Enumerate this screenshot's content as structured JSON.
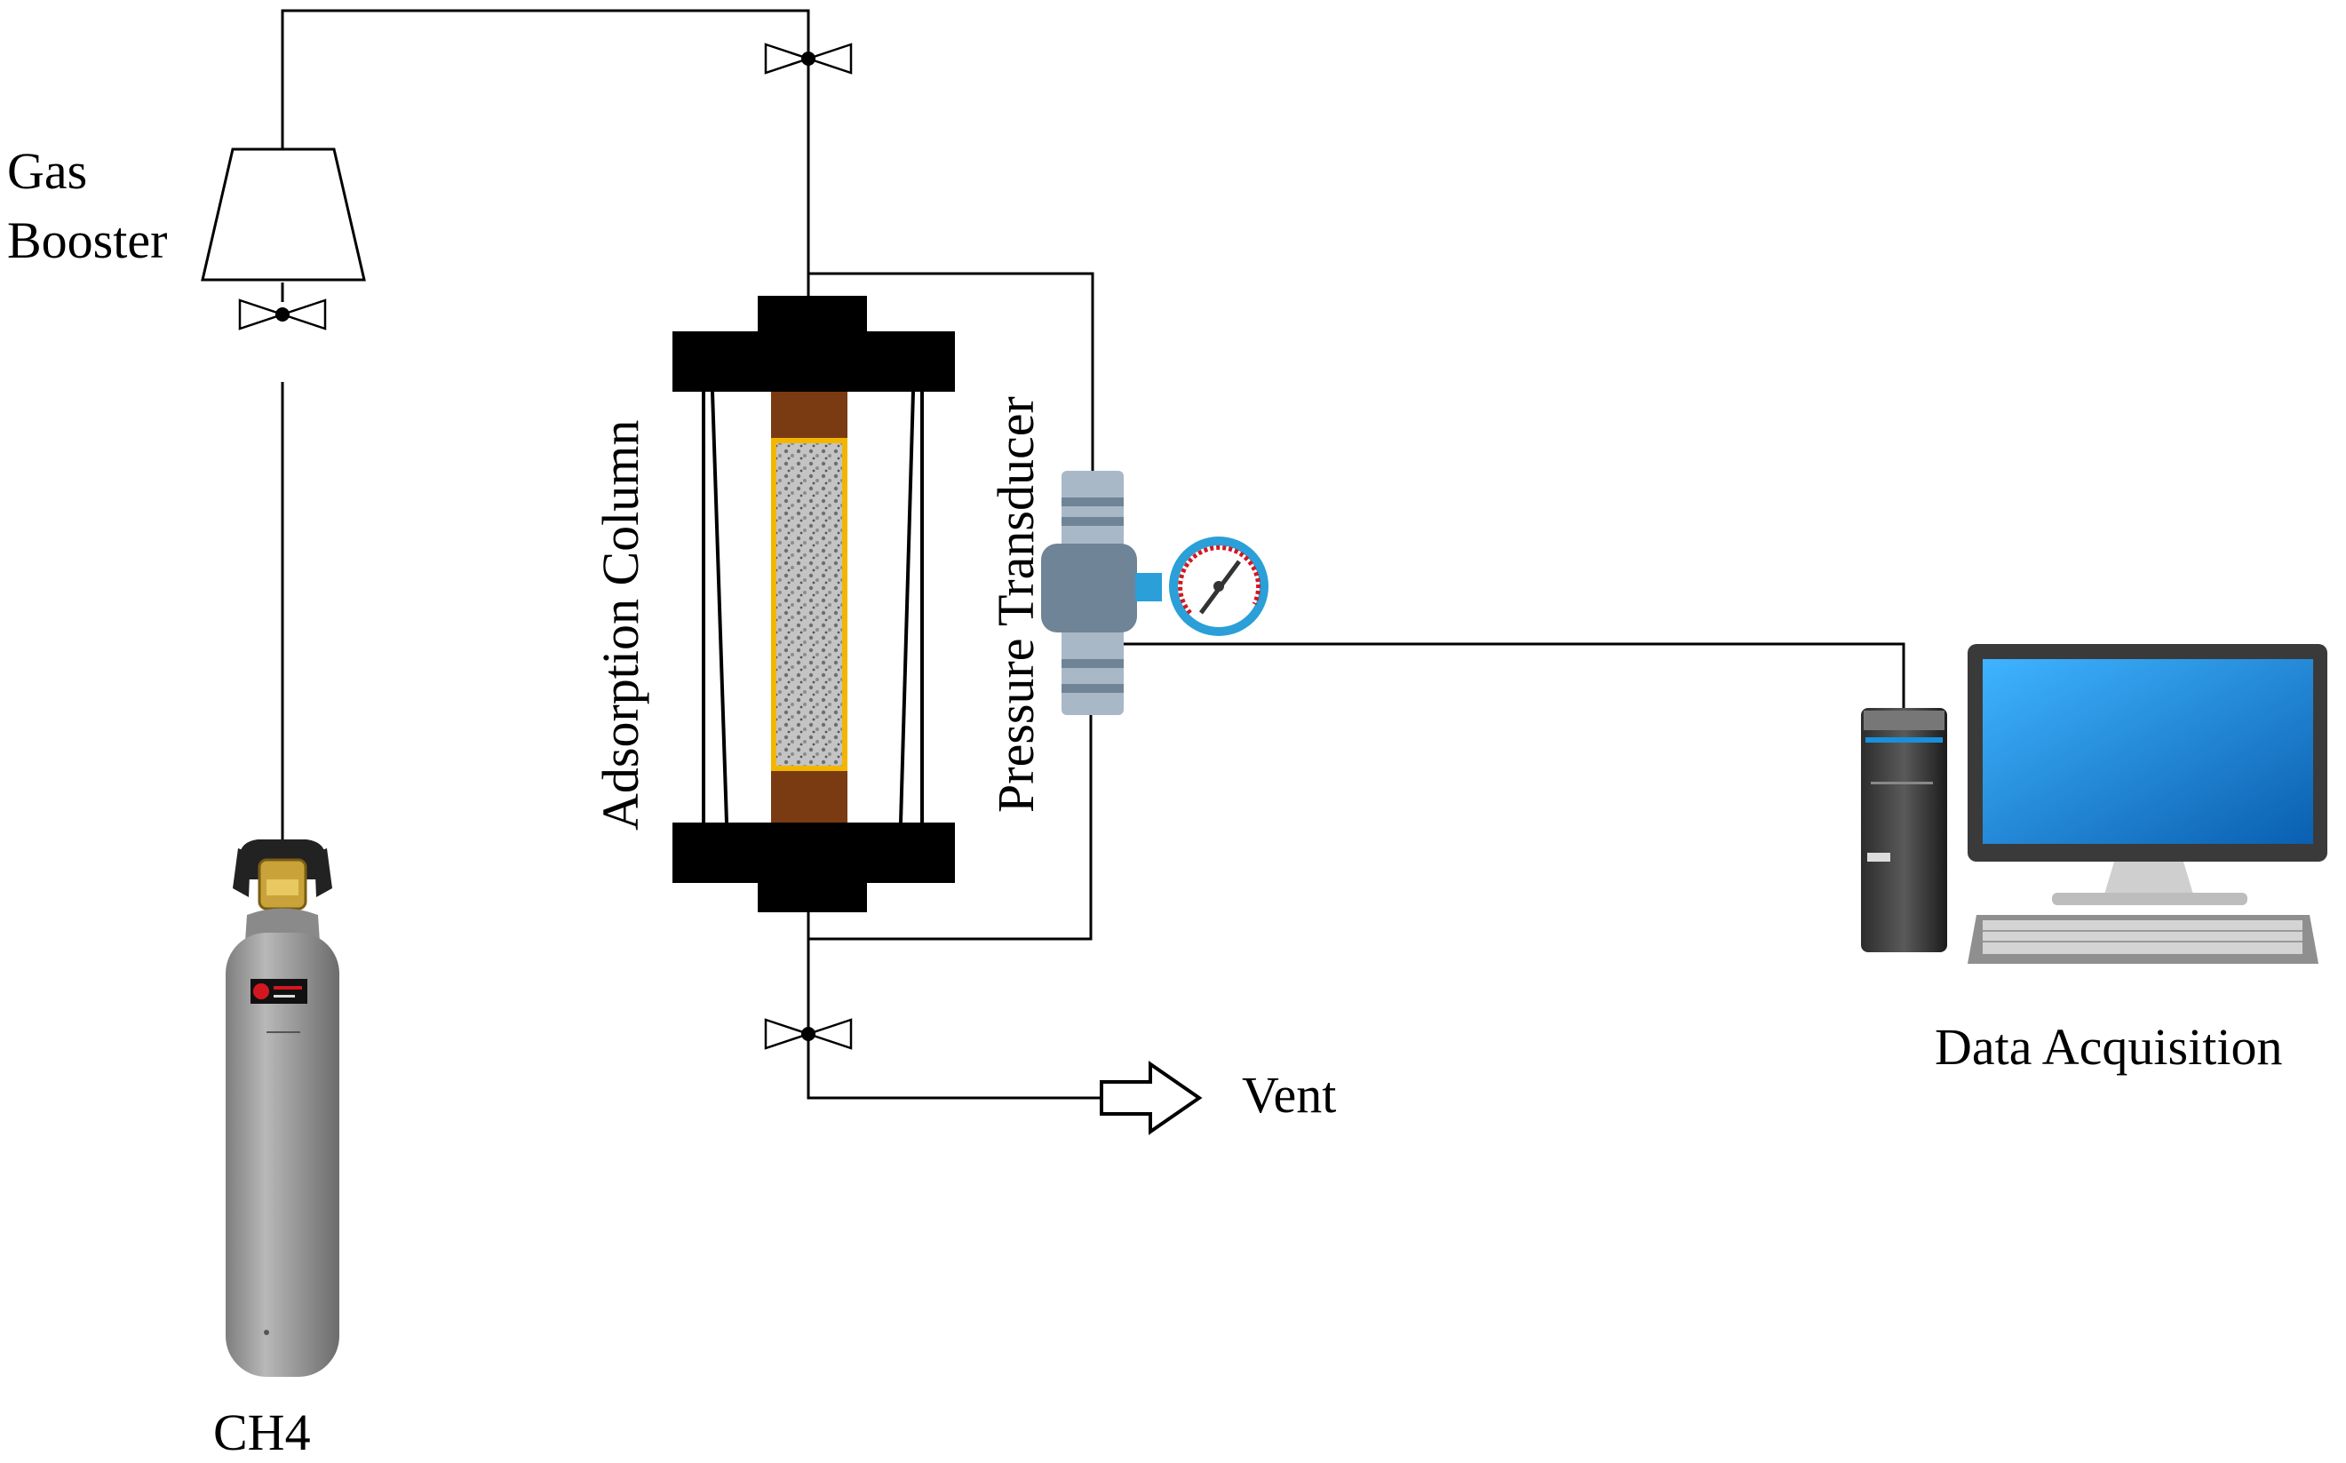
{
  "labels": {
    "gas_booster_line1": "Gas",
    "gas_booster_line2": "Booster",
    "adsorption_column": "Adsorption Column",
    "pressure_transducer": "Pressure Transducer",
    "vent": "Vent",
    "data_acquisition": "Data Acquisition",
    "ch4": "CH4"
  },
  "colors": {
    "line": "#000000",
    "flange": "#000000",
    "plug": "#7a3b12",
    "packing_border": "#f2b600",
    "packing_fill": "#b5b5b5",
    "cylinder_body": "#9a9a9a",
    "cylinder_valve": "#c9a23a",
    "cylinder_label": "#d2181e",
    "transducer_body": "#6f8496",
    "transducer_pipe": "#a9b8c7",
    "gauge_ring": "#2a9fd8",
    "monitor_screen": "#1a8fdc",
    "monitor_frame": "#444444"
  },
  "icons": [
    "valve-icon",
    "gas-booster-icon",
    "gas-cylinder-icon",
    "adsorption-column-icon",
    "pressure-gauge-icon",
    "computer-icon",
    "vent-arrow-icon"
  ]
}
